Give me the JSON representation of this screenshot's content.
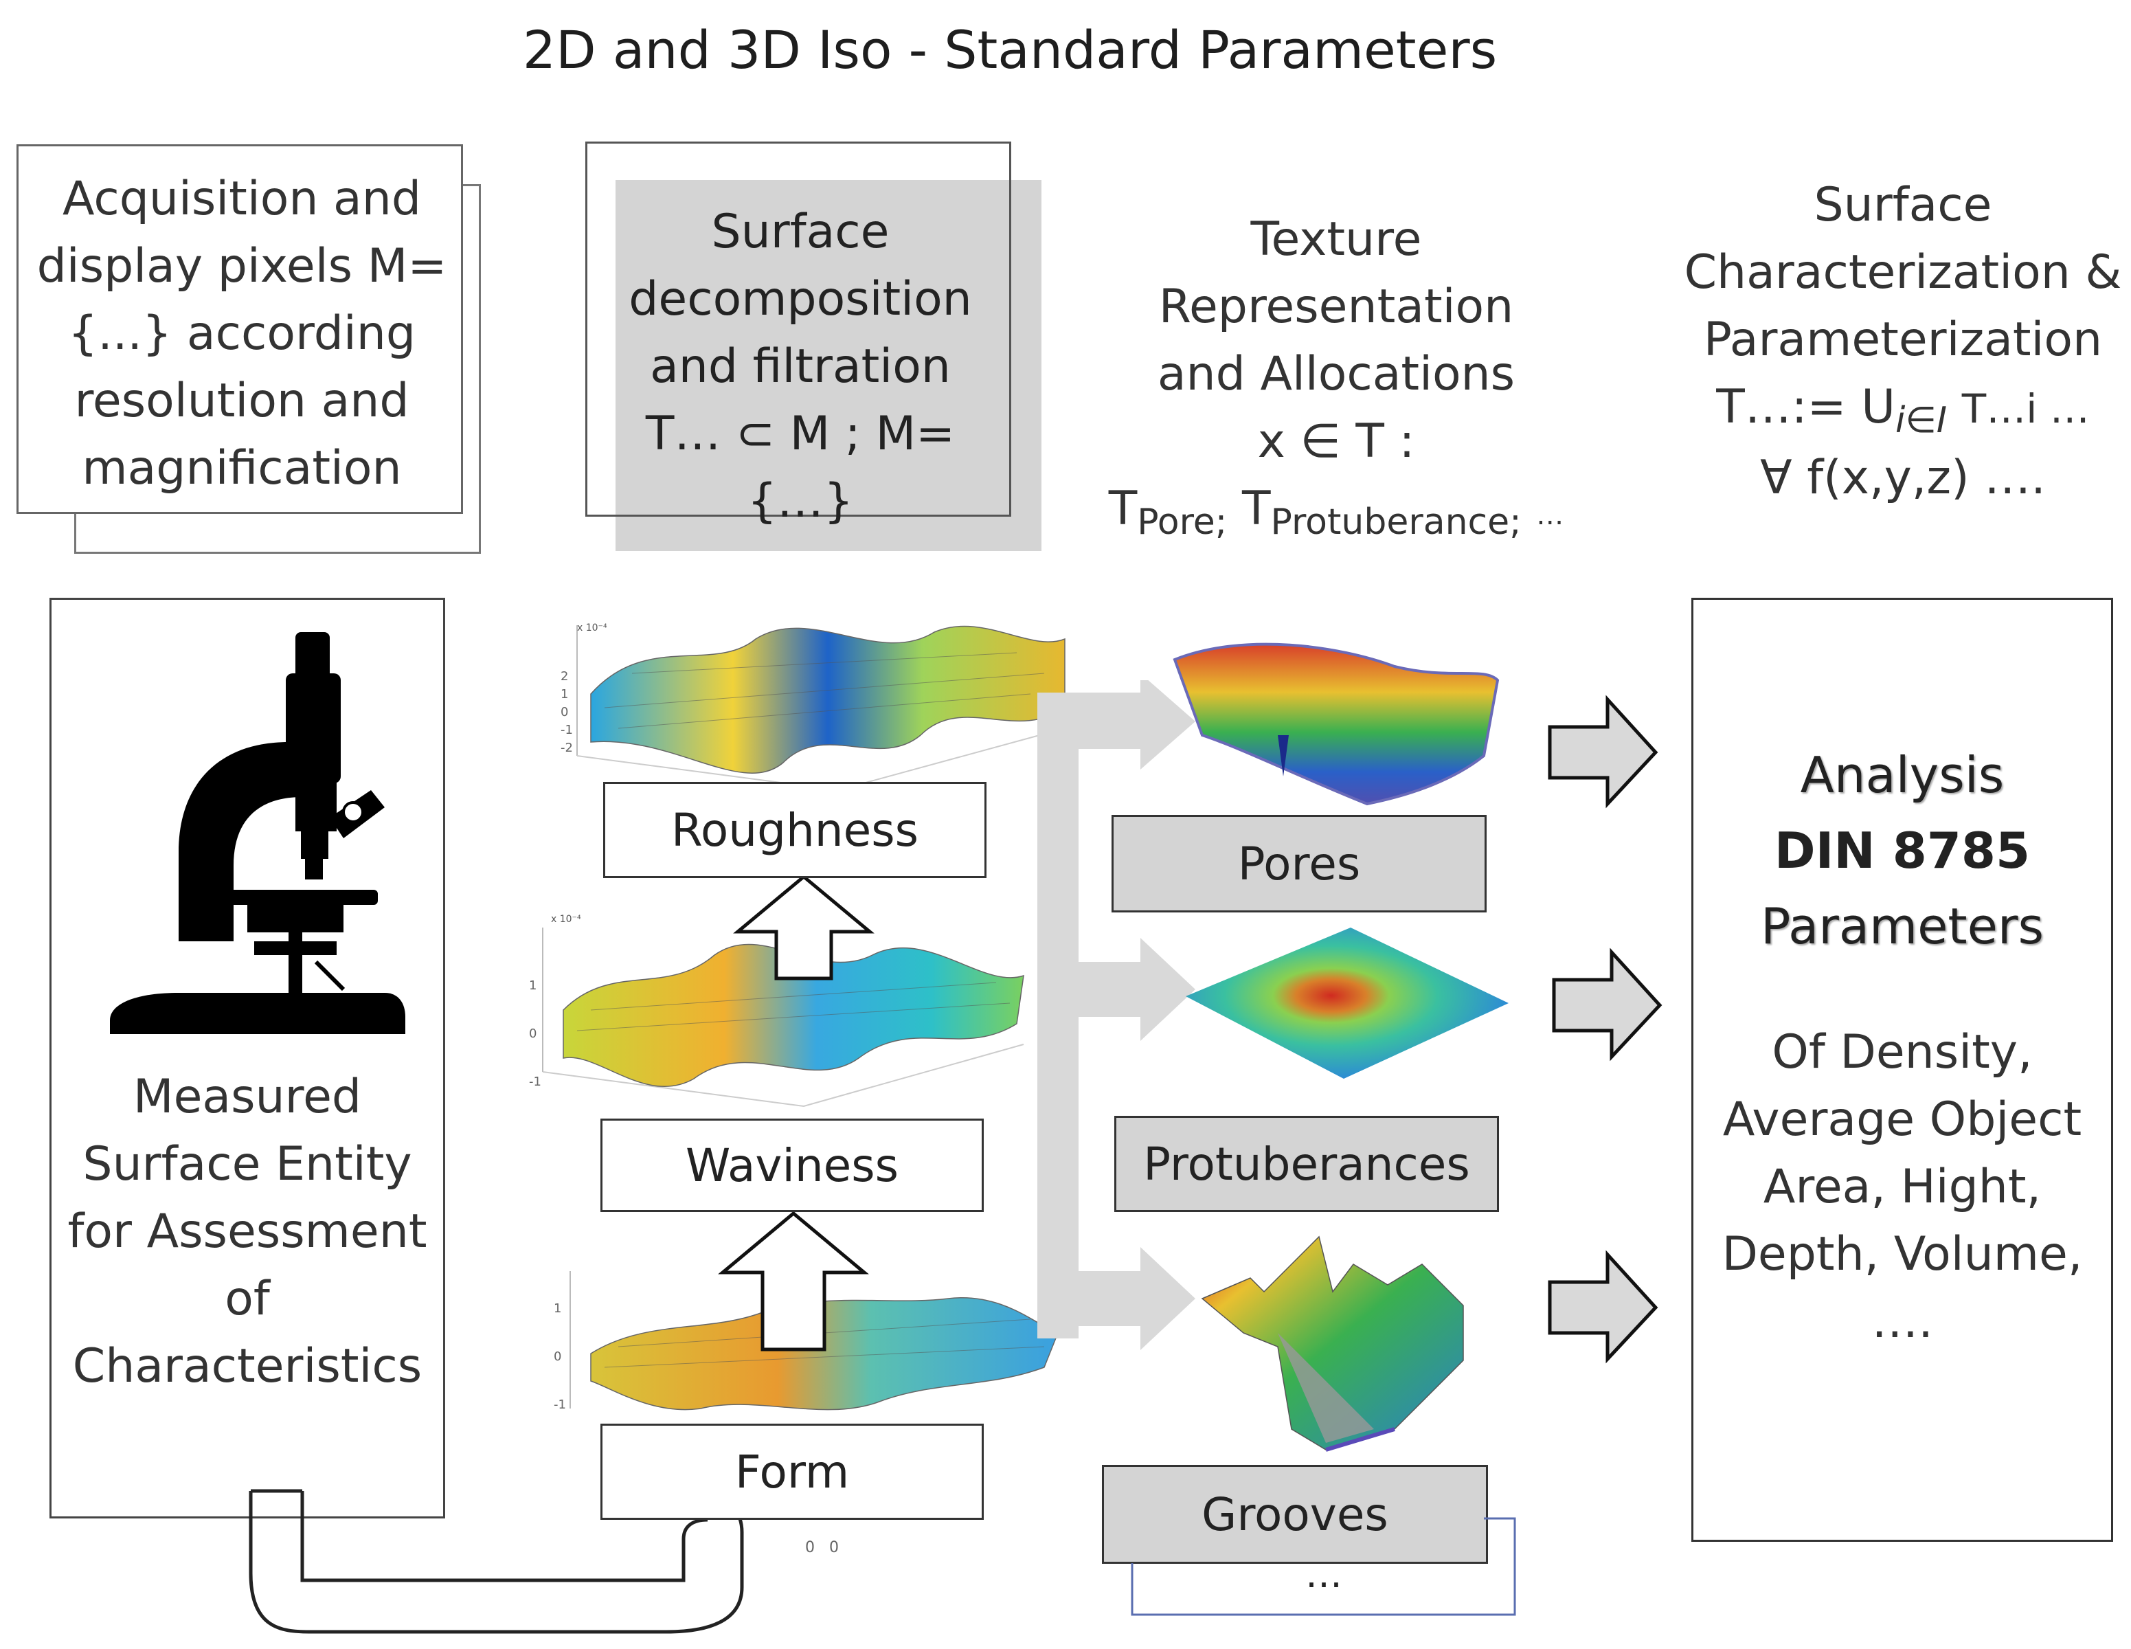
{
  "title": "2D and 3D Iso - Standard Parameters",
  "headers": {
    "acquisition": [
      "Acquisition and",
      "display pixels M=",
      "{...} according",
      "resolution and",
      "magnification"
    ],
    "decomposition": [
      "Surface",
      "decomposition",
      "and filtration",
      "T… ⊂ M ; M= {…}"
    ],
    "texture": {
      "line1": "Texture Representation",
      "line2": "and Allocations",
      "line3": "x ∈ T :",
      "t1": "T",
      "s1": "Pore;",
      "t2": "T",
      "s2": "Protuberance;",
      "tail": "…"
    },
    "characterization": {
      "line1": "Surface",
      "line2": "Characterization &",
      "line3": "Parameterization",
      "formula": "T…:= U",
      "formula_sub": "i∈I",
      "formula_tail": "T…i …",
      "line5": "∀  f(x,y,z) …."
    }
  },
  "measured": [
    "Measured",
    "Surface Entity",
    "for Assessment",
    "of",
    "Characteristics"
  ],
  "filters": {
    "roughness": "Roughness",
    "waviness": "Waviness",
    "form": "Form"
  },
  "features": {
    "pores": "Pores",
    "protuberances": "Protuberances",
    "grooves": "Grooves",
    "more": "…"
  },
  "analysis": {
    "line1": "Analysis",
    "line2": "DIN 8785",
    "line3": "Parameters",
    "details": [
      "Of Density,",
      "Average Object",
      "Area, Hight,",
      "Depth, Volume,",
      "…."
    ]
  },
  "plot_ticks": {
    "roughness": {
      "exp": "x 10⁻⁴",
      "ticks": [
        "2",
        "1",
        "0",
        "-1",
        "-2"
      ]
    },
    "waviness": {
      "exp": "x 10⁻⁴",
      "ticks": [
        "1",
        "0",
        "-1"
      ]
    },
    "form": {
      "ticks": [
        "1",
        "0",
        "-1"
      ],
      "bottom": "0   0"
    }
  },
  "colors": {
    "gray_fill": "#d4d4d4",
    "arrow_gray": "#d9d9d9",
    "border": "#333333"
  }
}
